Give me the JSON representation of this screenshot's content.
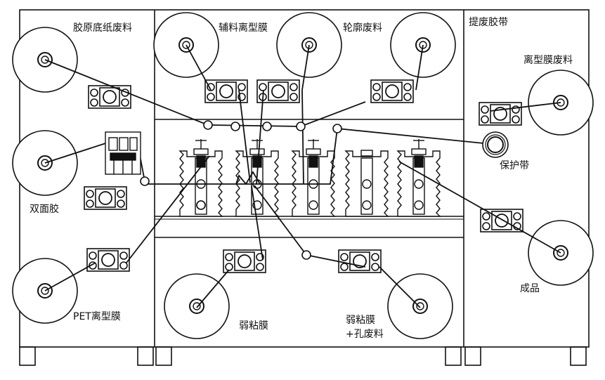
{
  "labels": {
    "jiaoyuan_waste": "胶原底纸废料",
    "aux_release_film": "辅料离型膜",
    "contour_waste": "轮廓废料",
    "tape_lift": "提废胶带",
    "release_film_waste": "离型膜废料",
    "double_tape": "双面胶",
    "protective_tape": "保护带",
    "pet_release_film": "PET离型膜",
    "weak_adhesive_film": "弱粘膜",
    "weak_film_hole_waste_line1": "弱粘膜",
    "weak_film_hole_waste_line2": "+孔废料",
    "finished_product": "成品"
  },
  "colors": {
    "line": "#111111",
    "background": "#ffffff"
  }
}
